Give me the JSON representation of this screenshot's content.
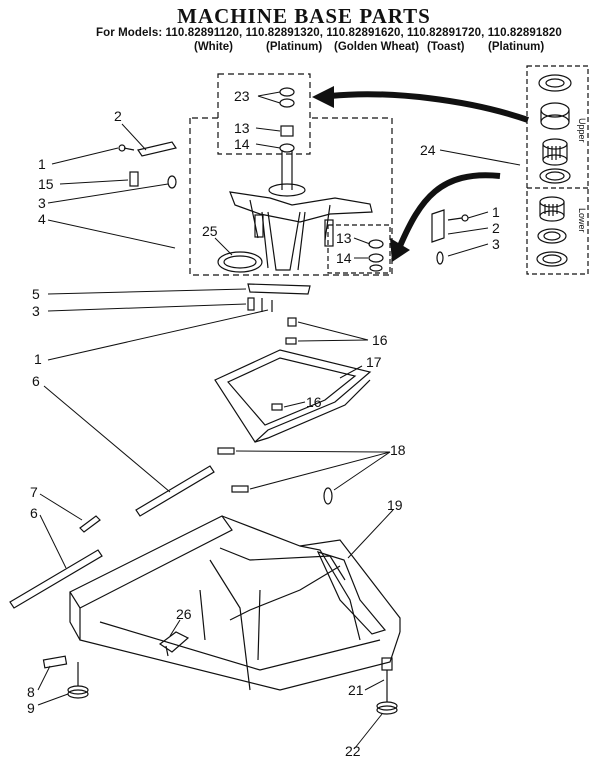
{
  "title": "MACHINE BASE PARTS",
  "models_line": "For Models: 110.82891120, 110.82891320, 110.82891620, 110.82891720, 110.82891820",
  "colors": [
    "(White)",
    "(Platinum)",
    "(Golden Wheat)",
    "(Toast)",
    "(Platinum)"
  ],
  "bearing_labels": {
    "upper": "Upper",
    "lower": "Lower"
  },
  "callouts": {
    "c23": "23",
    "c13a": "13",
    "c14a": "14",
    "c2a": "2",
    "c1a": "1",
    "c15": "15",
    "c3a": "3",
    "c4": "4",
    "c24": "24",
    "c25": "25",
    "c13b": "13",
    "c14b": "14",
    "c1b": "1",
    "c2b": "2",
    "c3b": "3",
    "c5": "5",
    "c3c": "3",
    "c16a": "16",
    "c1c": "1",
    "c6a": "6",
    "c17": "17",
    "c16b": "16",
    "c18": "18",
    "c7": "7",
    "c19": "19",
    "c6b": "6",
    "c26": "26",
    "c8": "8",
    "c9": "9",
    "c21": "21",
    "c22": "22"
  }
}
